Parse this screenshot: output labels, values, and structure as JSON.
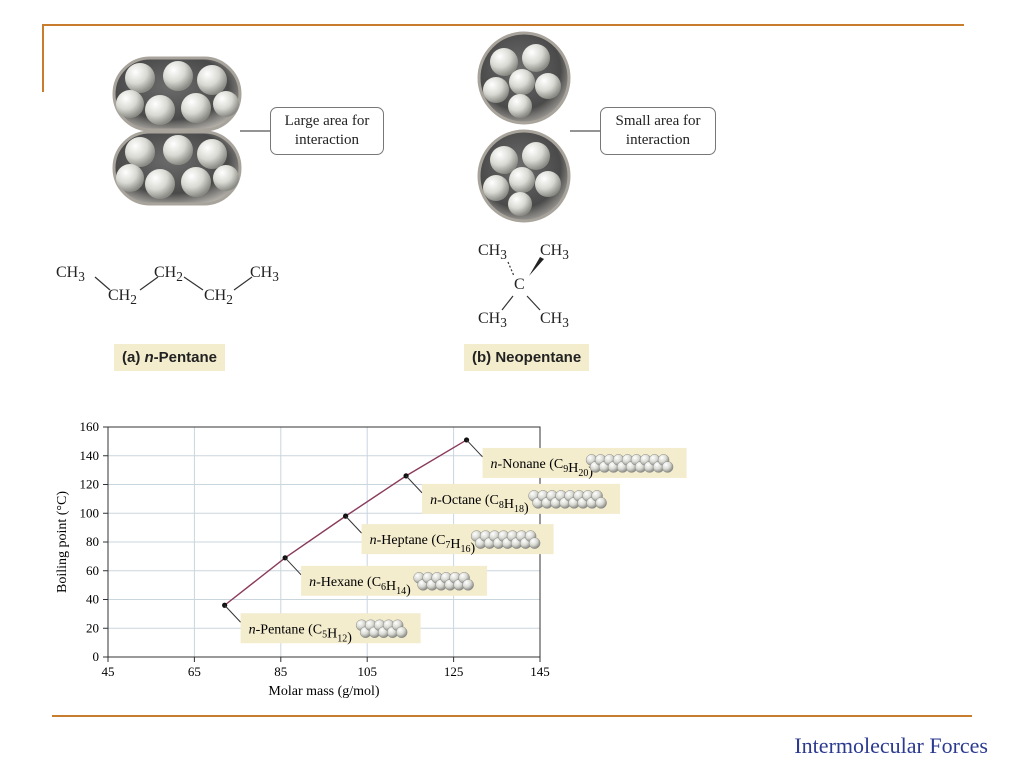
{
  "slide": {
    "footer": "Intermolecular Forces"
  },
  "panel_a": {
    "callout": [
      "Large area for",
      "interaction"
    ],
    "formula": {
      "t1": "CH",
      "s1": "3",
      "t2": "CH",
      "s2": "2",
      "t3": "CH",
      "s3": "2",
      "t4": "CH",
      "s4": "2",
      "t5": "CH",
      "s5": "3"
    },
    "caption_prefix": "(a) ",
    "caption_italic": "n",
    "caption_rest": "-Pentane"
  },
  "panel_b": {
    "callout": [
      "Small area for",
      "interaction"
    ],
    "formula": {
      "t1": "CH",
      "s1": "3",
      "t2": "CH",
      "s2": "3",
      "center": "C",
      "t3": "CH",
      "s3": "3",
      "t4": "CH",
      "s4": "3"
    },
    "caption": "(b) Neopentane"
  },
  "colors": {
    "rule": "#c87d2e",
    "footer": "#2b3a8f",
    "caption_bg": "#f3eccd",
    "line": "#8a3a5a",
    "grid": "#c9d6de"
  },
  "chart_data": {
    "type": "line",
    "xlabel": "Molar mass (g/mol)",
    "ylabel": "Boiling point (°C)",
    "xlim": [
      45,
      145
    ],
    "ylim": [
      0,
      160
    ],
    "xticks": [
      45,
      65,
      85,
      105,
      125,
      145
    ],
    "yticks": [
      0,
      20,
      40,
      60,
      80,
      100,
      120,
      140,
      160
    ],
    "grid": true,
    "series": [
      {
        "points": [
          {
            "x": 72,
            "y": 36,
            "name": "Pentane",
            "formula": [
              [
                "C",
                "5"
              ],
              [
                "H",
                "12"
              ]
            ]
          },
          {
            "x": 86,
            "y": 69,
            "name": "Hexane",
            "formula": [
              [
                "C",
                "6"
              ],
              [
                "H",
                "14"
              ]
            ]
          },
          {
            "x": 100,
            "y": 98,
            "name": "Heptane",
            "formula": [
              [
                "C",
                "7"
              ],
              [
                "H",
                "16"
              ]
            ]
          },
          {
            "x": 114,
            "y": 126,
            "name": "Octane",
            "formula": [
              [
                "C",
                "8"
              ],
              [
                "H",
                "18"
              ]
            ]
          },
          {
            "x": 128,
            "y": 151,
            "name": "Nonane",
            "formula": [
              [
                "C",
                "9"
              ],
              [
                "H",
                "20"
              ]
            ]
          }
        ]
      }
    ]
  }
}
